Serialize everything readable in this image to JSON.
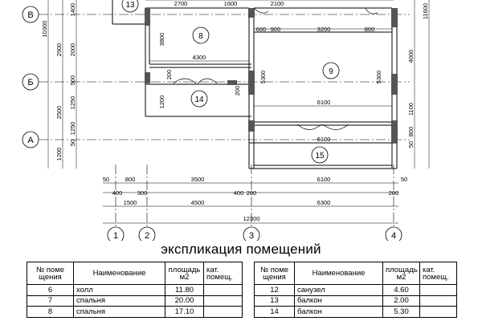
{
  "rows": [
    {
      "id": "B",
      "label": "В"
    },
    {
      "id": "Б",
      "label": "Б"
    },
    {
      "id": "A",
      "label": "А"
    }
  ],
  "columns": [
    {
      "id": "1",
      "label": "1"
    },
    {
      "id": "2",
      "label": "2"
    },
    {
      "id": "3",
      "label": "3"
    },
    {
      "id": "4",
      "label": "4"
    }
  ],
  "rooms": [
    {
      "num": "13"
    },
    {
      "num": "8"
    },
    {
      "num": "9"
    },
    {
      "num": "14"
    },
    {
      "num": "15"
    }
  ],
  "dims_top": [
    "2700",
    "1600",
    "2100"
  ],
  "dims_plan": [
    "600",
    "900",
    "3200",
    "800",
    "3800",
    "4300",
    "5300",
    "5300",
    "6100",
    "6100",
    "200",
    "1200",
    "200"
  ],
  "dims_left_outer": [
    "10300",
    "2900",
    "2500",
    "1200"
  ],
  "dims_left_inner": [
    "1400",
    "2000",
    "500",
    "1250",
    "1250",
    "50"
  ],
  "dims_right_inner": [
    "4000",
    "1100",
    "800",
    "50"
  ],
  "dims_right_outer": [
    "11600"
  ],
  "dims_bottom_1": [
    "50",
    "800",
    "3500",
    "6100",
    "50"
  ],
  "dims_bottom_2": [
    "400",
    "300",
    "400",
    "200",
    "200"
  ],
  "dims_bottom_3": [
    "1500",
    "4500",
    "6300"
  ],
  "dims_bottom_4": [
    "12300"
  ],
  "explication": {
    "title": "экспликация помещений",
    "headers": {
      "num": "№ поме щения",
      "name": "Наименование",
      "area": "площадь м2",
      "cat": "кат. помещ."
    },
    "left_rows": [
      {
        "num": "6",
        "name": "холл",
        "area": "11.80",
        "cat": ""
      },
      {
        "num": "7",
        "name": "спальня",
        "area": "20.00",
        "cat": ""
      },
      {
        "num": "8",
        "name": "спальня",
        "area": "17.10",
        "cat": ""
      }
    ],
    "right_rows": [
      {
        "num": "12",
        "name": "санузел",
        "area": "4.60",
        "cat": ""
      },
      {
        "num": "13",
        "name": "балкон",
        "area": "2.00",
        "cat": ""
      },
      {
        "num": "14",
        "name": "балкон",
        "area": "5.30",
        "cat": ""
      }
    ]
  }
}
